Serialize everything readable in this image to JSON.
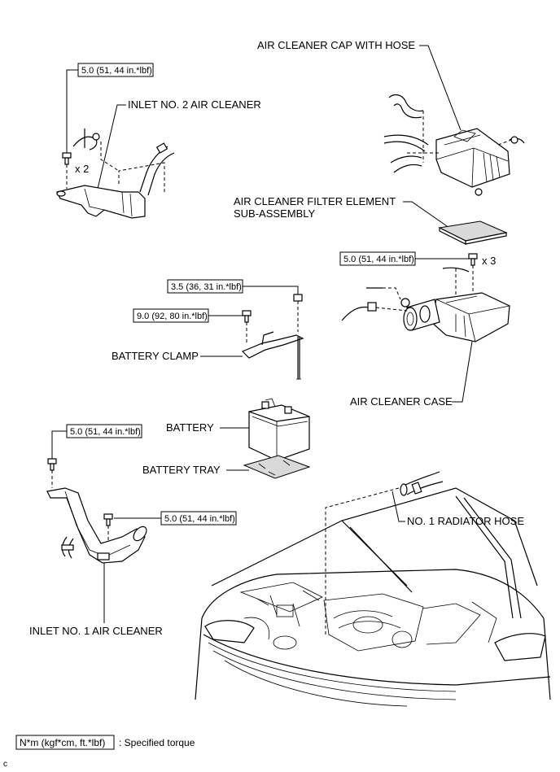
{
  "labels": {
    "air_cleaner_cap": "AIR CLEANER CAP WITH HOSE",
    "inlet_no2": "INLET NO. 2 AIR CLEANER",
    "filter_line1": "AIR CLEANER FILTER ELEMENT",
    "filter_line2": "SUB-ASSEMBLY",
    "battery_clamp": "BATTERY CLAMP",
    "air_cleaner_case": "AIR CLEANER CASE",
    "battery": "BATTERY",
    "battery_tray": "BATTERY TRAY",
    "radiator_hose": "NO. 1 RADIATOR HOSE",
    "inlet_no1": "INLET NO. 1 AIR CLEANER"
  },
  "torques": {
    "inlet_no2_bolt": "5.0 (51, 44 in.*lbf)",
    "case_bolts": "5.0 (51, 44 in.*lbf)",
    "clamp_nut": "3.5 (36, 31 in.*lbf)",
    "clamp_bolt": "9.0 (92, 80 in.*lbf)",
    "inlet_no1_top_bolt": "5.0 (51, 44 in.*lbf)",
    "inlet_no1_mid_bolt": "5.0 (51, 44 in.*lbf)"
  },
  "quantities": {
    "inlet_no2": "x 2",
    "case": "x 3"
  },
  "legend": {
    "unit_box": "N*m (kgf*cm, ft.*lbf)",
    "description": ": Specified torque"
  },
  "corner_mark": "c"
}
